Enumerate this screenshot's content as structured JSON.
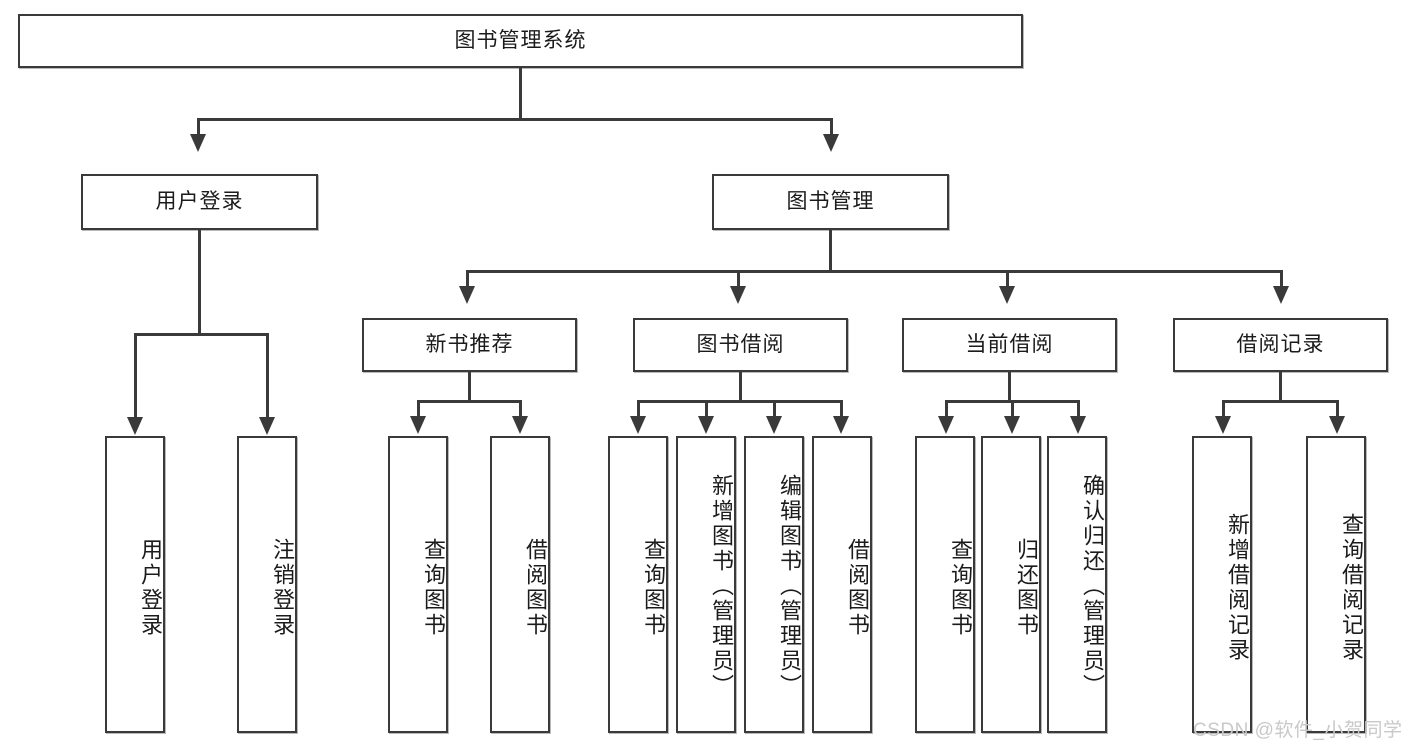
{
  "diagram": {
    "title": "图书管理系统",
    "type": "tree",
    "watermark": "CSDN @软件_小贺同学",
    "colors": {
      "box_border": "#3a3a3a",
      "box_fill": "#ffffff",
      "connector": "#3a3a3a",
      "text": "#1b1b1b",
      "watermark": "#c9c9c9",
      "background": "#ffffff"
    },
    "root": {
      "label": "图书管理系统"
    },
    "level2": [
      {
        "label": "用户登录"
      },
      {
        "label": "图书管理"
      }
    ],
    "level3": [
      {
        "label": "新书推荐"
      },
      {
        "label": "图书借阅"
      },
      {
        "label": "当前借阅"
      },
      {
        "label": "借阅记录"
      }
    ],
    "leaves": {
      "user_login": [
        {
          "label": "用户登录"
        },
        {
          "label": "注销登录"
        }
      ],
      "new_book_recommend": [
        {
          "label": "查询图书"
        },
        {
          "label": "借阅图书"
        }
      ],
      "book_borrow": [
        {
          "label": "查询图书"
        },
        {
          "label": "新增图书（管理员）"
        },
        {
          "label": "编辑图书（管理员）"
        },
        {
          "label": "借阅图书"
        }
      ],
      "current_borrow": [
        {
          "label": "查询图书"
        },
        {
          "label": "归还图书"
        },
        {
          "label": "确认归还（管理员）"
        }
      ],
      "borrow_record": [
        {
          "label": "新增借阅记录"
        },
        {
          "label": "查询借阅记录"
        }
      ]
    }
  }
}
